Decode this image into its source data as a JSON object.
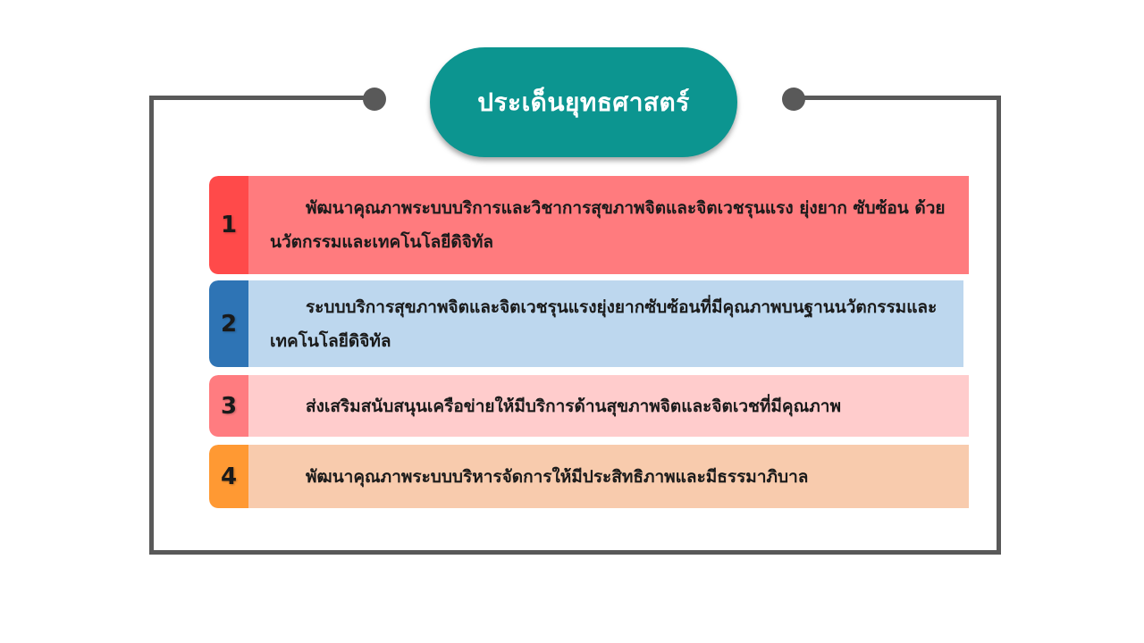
{
  "title": "ประเด็นยุทธศาสตร์",
  "strategies": [
    {
      "number": "1",
      "text": "พัฒนาคุณภาพระบบบริการและวิชาการสุขภาพจิตและจิตเวชรุนแรง ยุ่งยาก ซับซ้อน ด้วยนวัตกรรมและเทคโนโลยีดิจิทัล",
      "number_color": "#ff4a4a",
      "bg_color": "#ff7b7e"
    },
    {
      "number": "2",
      "text": "ระบบบริการสุขภาพจิตและจิตเวชรุนแรงยุ่งยากซับซ้อนที่มีคุณภาพบนฐานนวัตกรรมและเทคโนโลยีดิจิทัล",
      "number_color": "#2e74b5",
      "bg_color": "#bdd7ee"
    },
    {
      "number": "3",
      "text": "ส่งเสริมสนับสนุนเครือข่ายให้มีบริการด้านสุขภาพจิตและจิตเวชที่มีคุณภาพ",
      "number_color": "#ff7c80",
      "bg_color": "#ffcccc"
    },
    {
      "number": "4",
      "text": "พัฒนาคุณภาพระบบบริหารจัดการให้มีประสิทธิภาพและมีธรรมาภิบาล",
      "number_color": "#ff9933",
      "bg_color": "#f8cbad"
    }
  ],
  "colors": {
    "title_pill": "#0c9590",
    "frame": "#595959"
  }
}
